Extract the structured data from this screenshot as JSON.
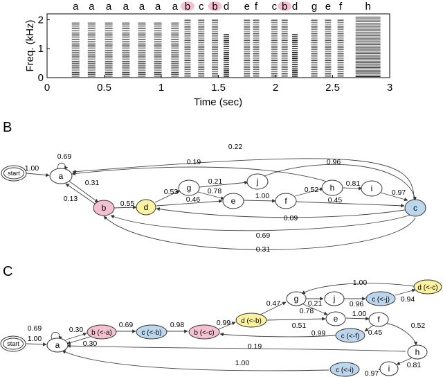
{
  "colors": {
    "pink": "#f3c1cf",
    "yellow": "#fbf3a0",
    "blue": "#bcd6ee",
    "white": "#ffffff",
    "stroke": "#333333"
  },
  "spectrogram": {
    "ylabel": "Freq. (kHz)",
    "xlabel": "Time (sec)",
    "y_ticks": [
      "0",
      "1",
      "2"
    ],
    "x_ticks": [
      "0",
      "0.5",
      "1",
      "1.5",
      "2",
      "2.5",
      "3"
    ],
    "segments": [
      {
        "label": "a",
        "t": 0.25,
        "highlight": false
      },
      {
        "label": "a",
        "t": 0.39,
        "highlight": false
      },
      {
        "label": "a",
        "t": 0.54,
        "highlight": false
      },
      {
        "label": "a",
        "t": 0.69,
        "highlight": false
      },
      {
        "label": "a",
        "t": 0.83,
        "highlight": false
      },
      {
        "label": "a",
        "t": 0.97,
        "highlight": false
      },
      {
        "label": "a",
        "t": 1.12,
        "highlight": false
      },
      {
        "label": "b",
        "t": 1.23,
        "highlight": true
      },
      {
        "label": "c",
        "t": 1.35,
        "highlight": false
      },
      {
        "label": "b",
        "t": 1.47,
        "highlight": true
      },
      {
        "label": "d",
        "t": 1.57,
        "highlight": false
      },
      {
        "label": "e",
        "t": 1.75,
        "highlight": false
      },
      {
        "label": "f",
        "t": 1.83,
        "highlight": false
      },
      {
        "label": "c",
        "t": 1.99,
        "highlight": false
      },
      {
        "label": "b",
        "t": 2.08,
        "highlight": true
      },
      {
        "label": "d",
        "t": 2.17,
        "highlight": false
      },
      {
        "label": "g",
        "t": 2.34,
        "highlight": false
      },
      {
        "label": "e",
        "t": 2.46,
        "highlight": false
      },
      {
        "label": "f",
        "t": 2.57,
        "highlight": false
      },
      {
        "label": "h",
        "t": 2.81,
        "highlight": false
      }
    ]
  },
  "panel_b": {
    "letter": "B",
    "nodes": {
      "start": "start",
      "a": "a",
      "b": "b",
      "c": "c",
      "d": "d",
      "e": "e",
      "f": "f",
      "g": "g",
      "h": "h",
      "i": "i",
      "j": "j"
    },
    "edges": {
      "start_a": "1.00",
      "a_a": "0.69",
      "a_b": "0.31",
      "b_a": "0.13",
      "b_d": "0.55",
      "d_g": "0.53",
      "d_e": "0.46",
      "g_j": "0.21",
      "g_e": "0.78",
      "e_f": "1.00",
      "f_h": "0.52",
      "f_c": "0.45",
      "h_i": "0.81",
      "i_c": "0.97",
      "c_a_top": "0.22",
      "h_a": "0.19",
      "j_c": "0.96",
      "c_d": "0.09",
      "c_b_69": "0.69",
      "c_b_31": "0.31"
    }
  },
  "panel_c": {
    "letter": "C",
    "nodes": {
      "start": "start",
      "a": "a",
      "b1": "b (<-a)",
      "c1": "c (<-b)",
      "b2": "b (<-c)",
      "d1": "d (<-b)",
      "g": "g",
      "j": "j",
      "cj": "c (<-j)",
      "d2": "d (<-c)",
      "e": "e",
      "f": "f",
      "cf": "c (<-f)",
      "h": "h",
      "i": "i",
      "ci": "c (<-i)"
    },
    "edges": {
      "start_a": "1.00",
      "a_a": "0.69",
      "a_b1": "0.30",
      "b1_a": "0.30",
      "b1_c1": "0.69",
      "c1_b2": "0.98",
      "b2_d1": "0.99",
      "d1_g": "0.47",
      "d1_e": "0.51",
      "g_j": "0.21",
      "g_e": "0.78",
      "j_cj": "0.96",
      "cj_d2": "0.94",
      "d2_g": "1.00",
      "e_f": "1.00",
      "f_cf": "0.45",
      "cf_b2": "0.99",
      "f_h": "0.52",
      "h_a": "0.19",
      "h_i": "0.81",
      "i_ci": "0.97",
      "ci_a": "1.00"
    }
  }
}
